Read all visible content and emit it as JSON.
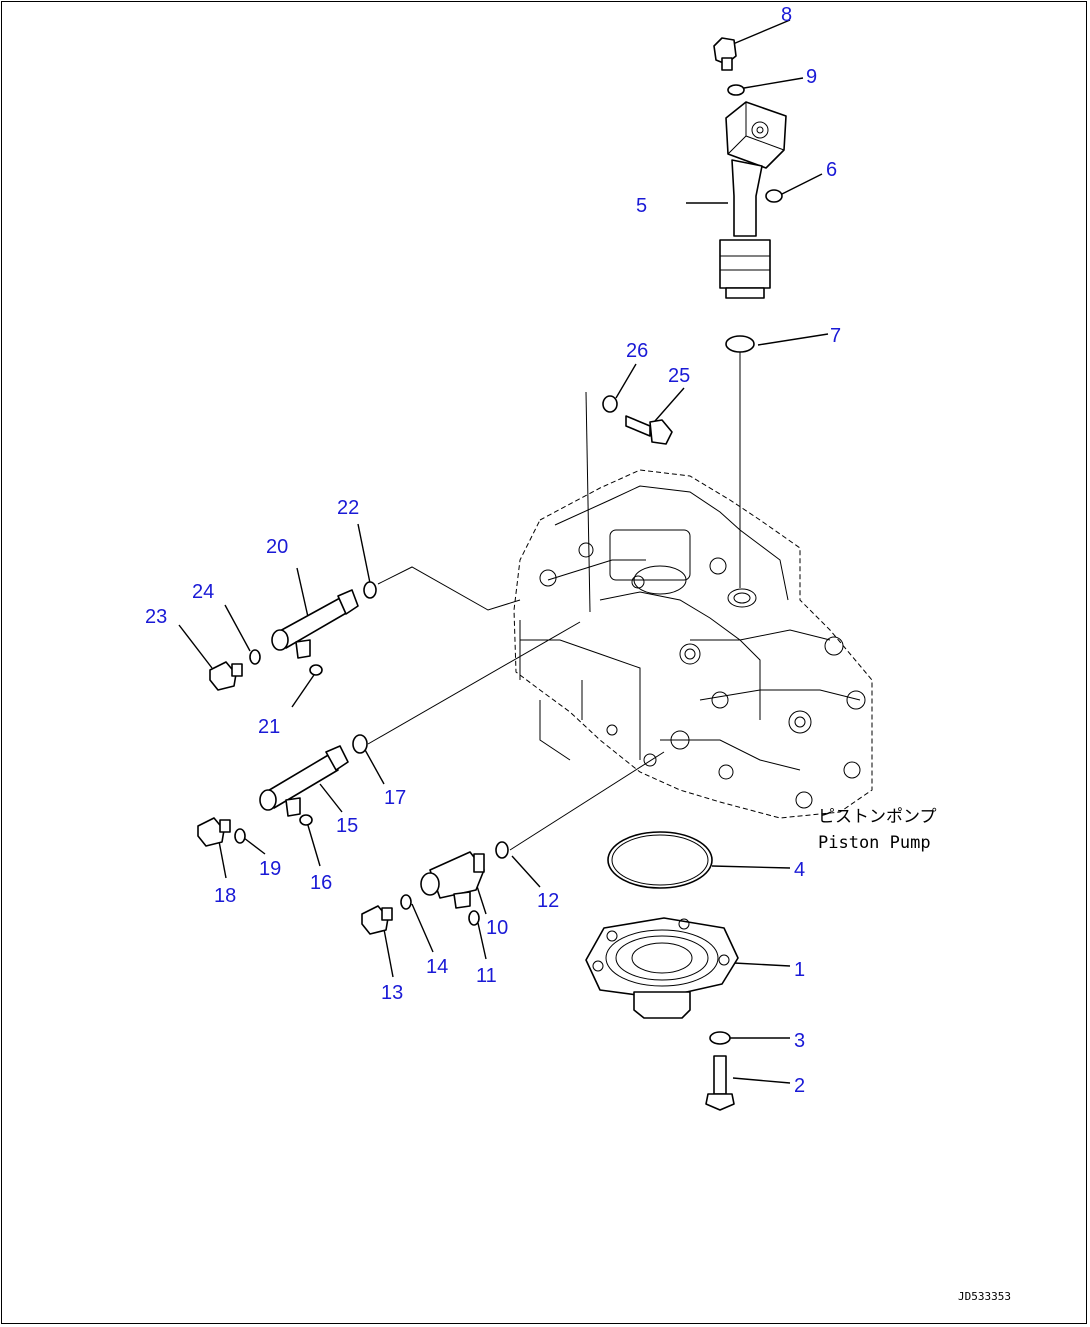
{
  "callouts": [
    {
      "id": "1",
      "label": "1"
    },
    {
      "id": "2",
      "label": "2"
    },
    {
      "id": "3",
      "label": "3"
    },
    {
      "id": "4",
      "label": "4"
    },
    {
      "id": "5",
      "label": "5"
    },
    {
      "id": "6",
      "label": "6"
    },
    {
      "id": "7",
      "label": "7"
    },
    {
      "id": "8",
      "label": "8"
    },
    {
      "id": "9",
      "label": "9"
    },
    {
      "id": "10",
      "label": "10"
    },
    {
      "id": "11",
      "label": "11"
    },
    {
      "id": "12",
      "label": "12"
    },
    {
      "id": "13",
      "label": "13"
    },
    {
      "id": "14",
      "label": "14"
    },
    {
      "id": "15",
      "label": "15"
    },
    {
      "id": "16",
      "label": "16"
    },
    {
      "id": "17",
      "label": "17"
    },
    {
      "id": "18",
      "label": "18"
    },
    {
      "id": "19",
      "label": "19"
    },
    {
      "id": "20",
      "label": "20"
    },
    {
      "id": "21",
      "label": "21"
    },
    {
      "id": "22",
      "label": "22"
    },
    {
      "id": "23",
      "label": "23"
    },
    {
      "id": "24",
      "label": "24"
    },
    {
      "id": "25",
      "label": "25"
    },
    {
      "id": "26",
      "label": "26"
    }
  ],
  "assembly_label": {
    "japanese": "ピストンポンプ",
    "english": "Piston Pump"
  },
  "drawing_code": "JD533353",
  "colors": {
    "callout": "#1a1ad6",
    "line": "#000000",
    "background": "#ffffff"
  }
}
